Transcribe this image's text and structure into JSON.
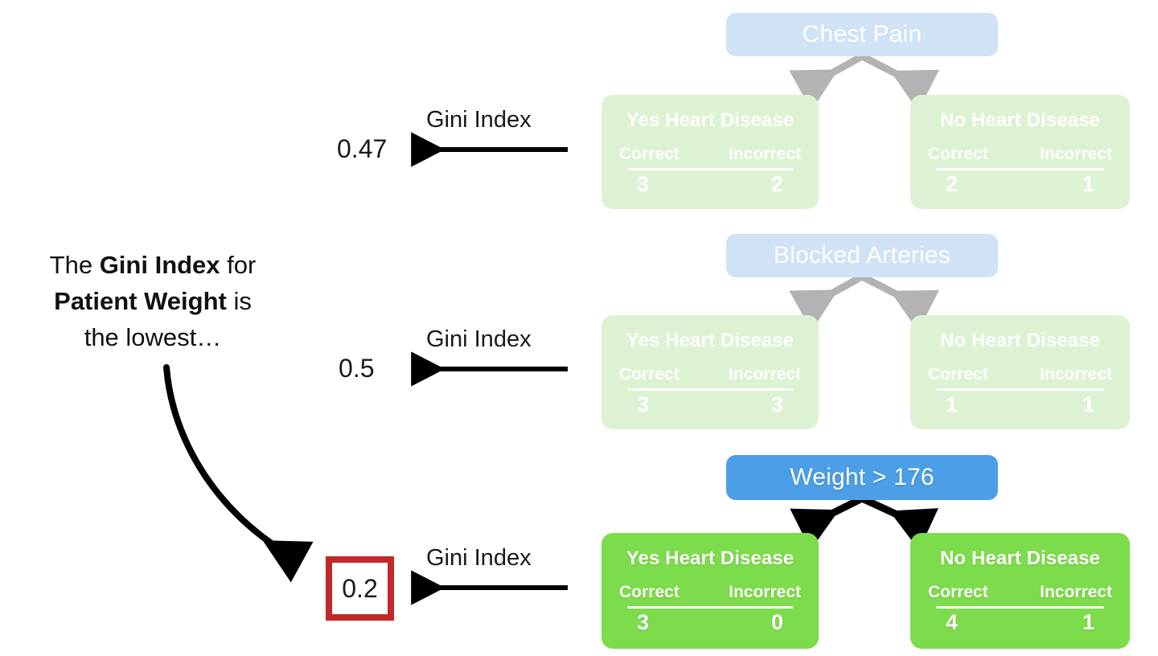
{
  "colors": {
    "decision_active": "#4c9fe6",
    "decision_faded": "#cfe2f6",
    "leaf_active": "#7ddc4b",
    "leaf_faded": "#ddf2d2",
    "arrow_active": "#000000",
    "arrow_faded": "#b3b3b3",
    "highlight_border": "#c0282a",
    "text_dark": "#1a1a1a"
  },
  "caption": {
    "line1_pre": "The ",
    "line1_bold": "Gini Index",
    "line1_post": " for",
    "line2_bold": "Patient Weight",
    "line2_post": " is",
    "line3": "the lowest…"
  },
  "sections": [
    {
      "id": "chest-pain",
      "state": "faded",
      "root_label": "Chest Pain",
      "gini_label": "Gini Index",
      "gini_value": "0.47",
      "highlighted": false,
      "leaves": [
        {
          "side": "left",
          "title": "Yes Heart Disease",
          "col_correct": "Correct",
          "col_incorrect": "Incorrect",
          "val_correct": "3",
          "val_incorrect": "2"
        },
        {
          "side": "right",
          "title": "No Heart Disease",
          "col_correct": "Correct",
          "col_incorrect": "Incorrect",
          "val_correct": "2",
          "val_incorrect": "1"
        }
      ]
    },
    {
      "id": "blocked-arteries",
      "state": "faded",
      "root_label": "Blocked Arteries",
      "gini_label": "Gini Index",
      "gini_value": "0.5",
      "highlighted": false,
      "leaves": [
        {
          "side": "left",
          "title": "Yes Heart Disease",
          "col_correct": "Correct",
          "col_incorrect": "Incorrect",
          "val_correct": "3",
          "val_incorrect": "3"
        },
        {
          "side": "right",
          "title": "No Heart Disease",
          "col_correct": "Correct",
          "col_incorrect": "Incorrect",
          "val_correct": "1",
          "val_incorrect": "1"
        }
      ]
    },
    {
      "id": "patient-weight",
      "state": "active",
      "root_label": "Weight > 176",
      "gini_label": "Gini Index",
      "gini_value": "0.2",
      "highlighted": true,
      "leaves": [
        {
          "side": "left",
          "title": "Yes Heart Disease",
          "col_correct": "Correct",
          "col_incorrect": "Incorrect",
          "val_correct": "3",
          "val_incorrect": "0"
        },
        {
          "side": "right",
          "title": "No Heart Disease",
          "col_correct": "Correct",
          "col_incorrect": "Incorrect",
          "val_correct": "4",
          "val_incorrect": "1"
        }
      ]
    }
  ]
}
